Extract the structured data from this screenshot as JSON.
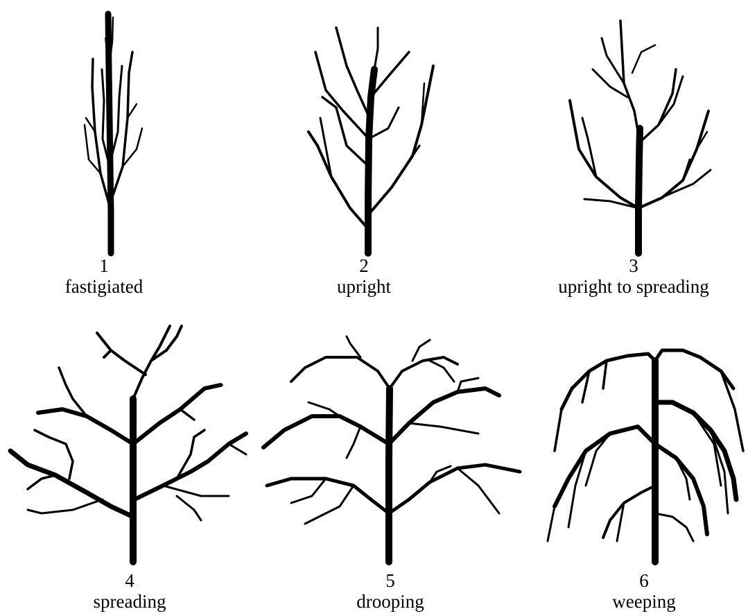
{
  "forms": [
    {
      "number": "1",
      "name": "fastigiated"
    },
    {
      "number": "2",
      "name": "upright"
    },
    {
      "number": "3",
      "name": "upright to spreading"
    },
    {
      "number": "4",
      "name": "spreading"
    },
    {
      "number": "5",
      "name": "drooping"
    },
    {
      "number": "6",
      "name": "weeping"
    }
  ]
}
